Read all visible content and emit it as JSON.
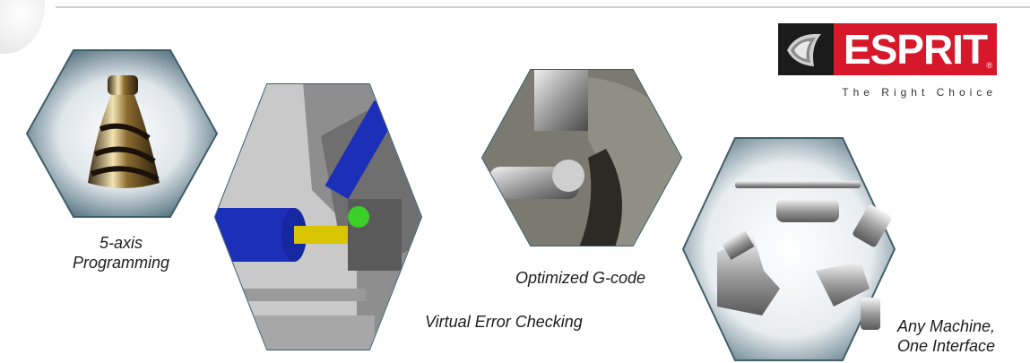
{
  "logo": {
    "brand": "ESPRIT",
    "registered": "®",
    "tagline": "The Right Choice"
  },
  "features": [
    {
      "caption_lines": [
        "5-axis",
        "Programming"
      ]
    },
    {
      "caption_lines": [
        "Virtual Error Checking"
      ]
    },
    {
      "caption_lines": [
        "Optimized G-code"
      ]
    },
    {
      "caption_lines": [
        "Any Machine,",
        "One Interface"
      ]
    }
  ],
  "colors": {
    "hex_frame": "#3f5e6b",
    "brand_red": "#d7182a",
    "brand_dark": "#1b1b1b",
    "sim_blue": "#1c2fb8",
    "sim_green": "#3ccf2a",
    "sim_yellow": "#d9c400"
  }
}
